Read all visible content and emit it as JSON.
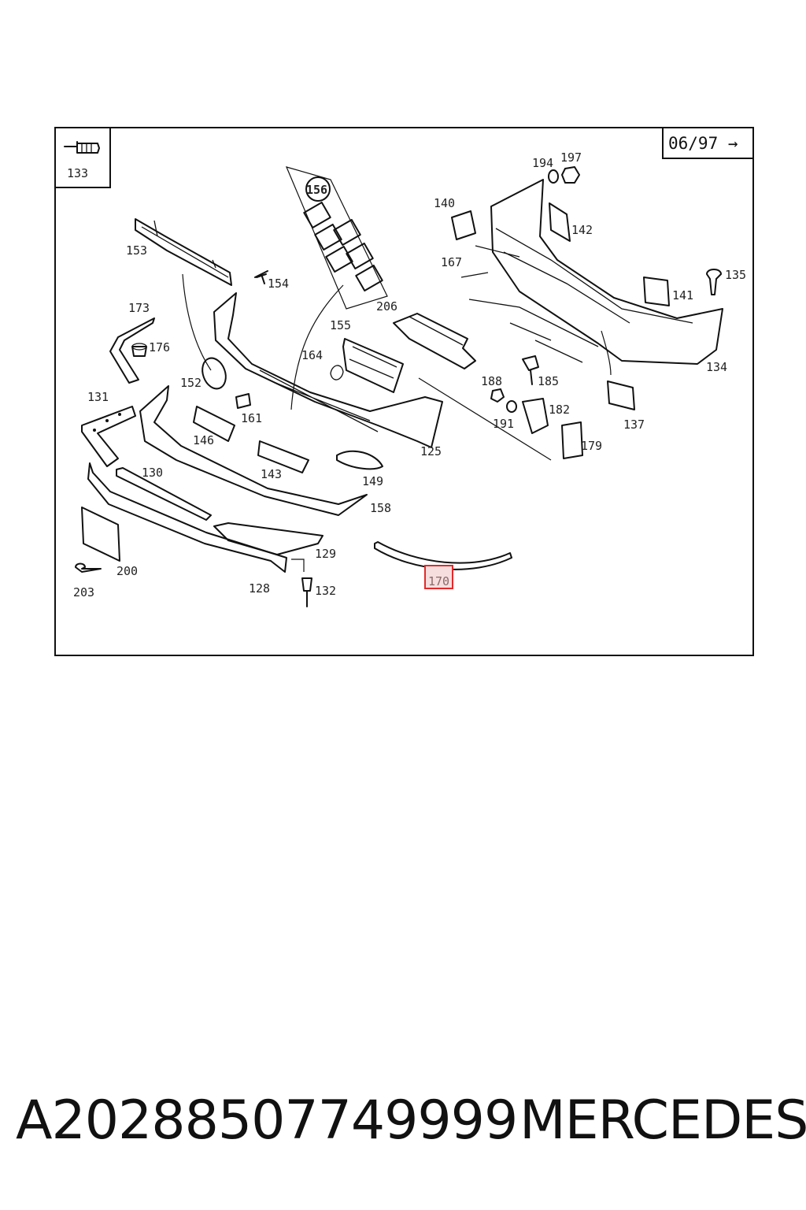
{
  "diagram": {
    "date_tag": "06/97 →",
    "inset_label": "133",
    "circled_label": "156",
    "highlighted_label": "170",
    "labels": [
      "194",
      "197",
      "140",
      "142",
      "153",
      "154",
      "167",
      "135",
      "141",
      "173",
      "176",
      "206",
      "155",
      "164",
      "152",
      "188",
      "185",
      "134",
      "131",
      "161",
      "146",
      "191",
      "182",
      "137",
      "179",
      "125",
      "143",
      "149",
      "130",
      "158",
      "129",
      "200",
      "203",
      "128",
      "132"
    ]
  },
  "footer": {
    "part_number": "A20288507749999",
    "brand": "MERCEDES"
  }
}
